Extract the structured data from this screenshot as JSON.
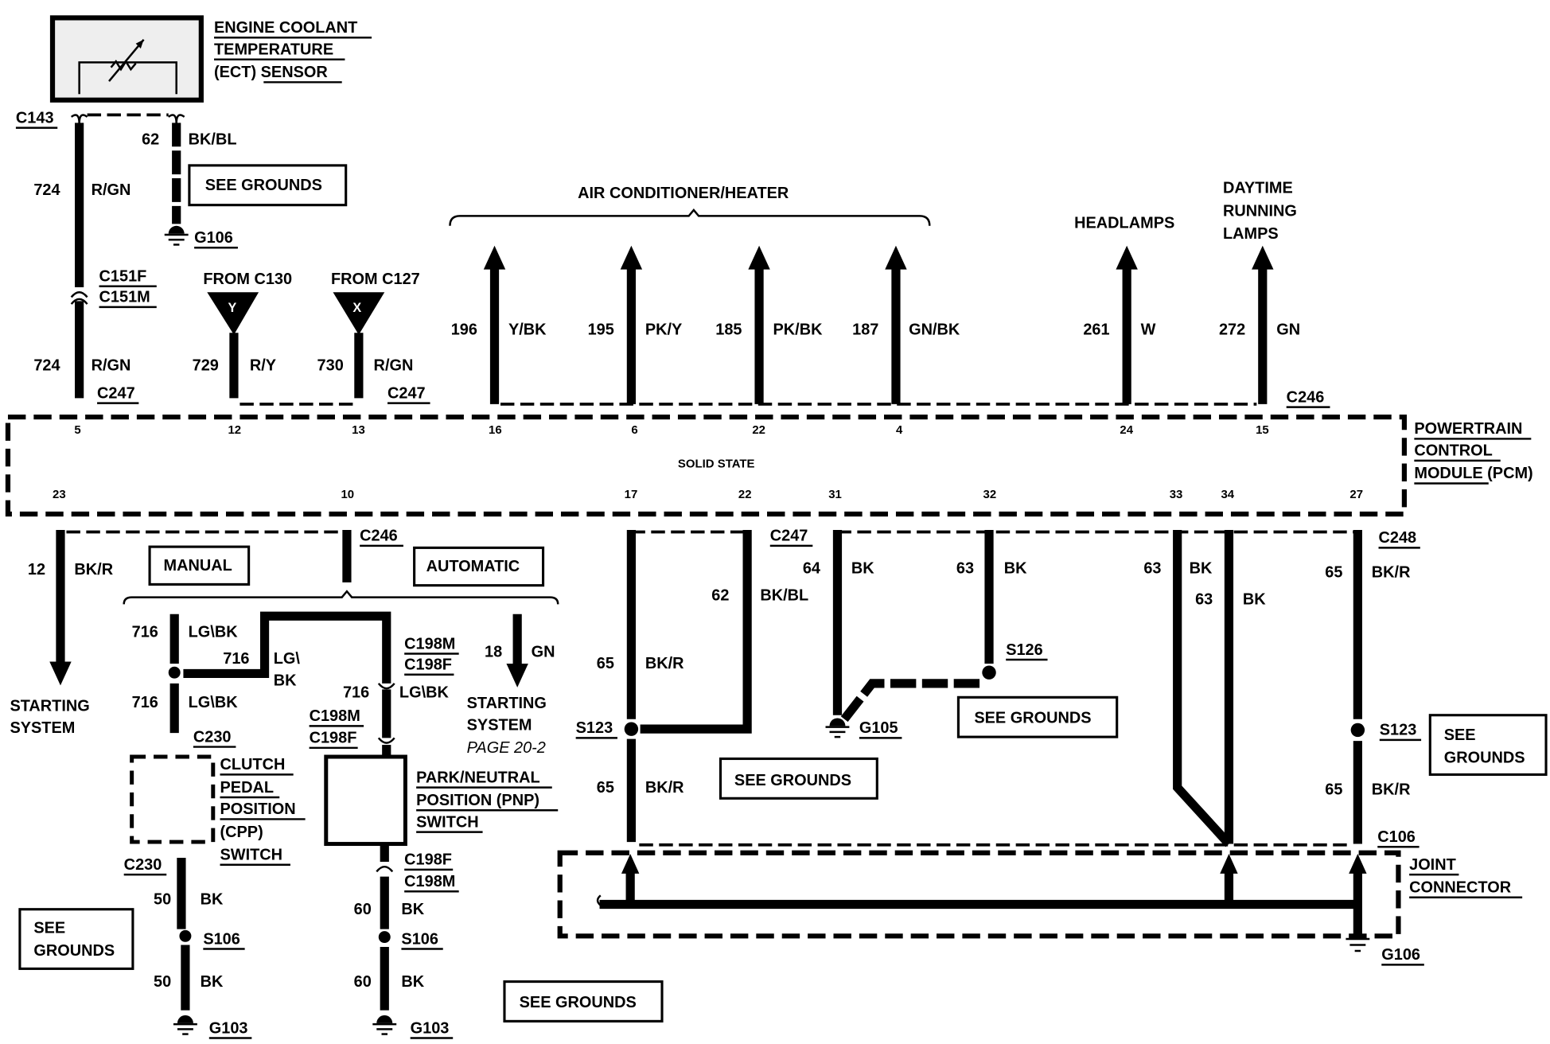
{
  "components": {
    "ect_sensor": [
      "ENGINE COOLANT",
      "TEMPERATURE",
      "(ECT) SENSOR"
    ],
    "pcm": [
      "POWERTRAIN",
      "CONTROL",
      "MODULE (PCM)"
    ],
    "pcm_center": "SOLID STATE",
    "cpp_switch": [
      "CLUTCH",
      "PEDAL",
      "POSITION",
      "(CPP)",
      "SWITCH"
    ],
    "pnp_switch": [
      "PARK/NEUTRAL",
      "POSITION (PNP)",
      "SWITCH"
    ],
    "joint_connector": [
      "JOINT",
      "CONNECTOR"
    ]
  },
  "destinations": {
    "ac_heater": "AIR CONDITIONER/HEATER",
    "headlamps": "HEADLAMPS",
    "drl": [
      "DAYTIME",
      "RUNNING",
      "LAMPS"
    ],
    "starting_left": [
      "STARTING",
      "SYSTEM"
    ],
    "starting_right": [
      "STARTING",
      "SYSTEM"
    ],
    "starting_page": "PAGE 20-2",
    "from_c130": "FROM C130",
    "from_c127": "FROM C127",
    "marker_y": "Y",
    "marker_x": "X"
  },
  "option_boxes": {
    "manual": "MANUAL",
    "automatic": "AUTOMATIC"
  },
  "see_grounds": "SEE GROUNDS",
  "see_grounds_split": [
    "SEE",
    "GROUNDS"
  ],
  "connectors": {
    "c143": "C143",
    "c151f": "C151F",
    "c151m": "C151M",
    "c247": "C247",
    "c246": "C246",
    "c248": "C248",
    "c230": "C230",
    "c198m": "C198M",
    "c198f": "C198F",
    "c106": "C106",
    "s106": "S106",
    "s123": "S123",
    "s126": "S126",
    "g103": "G103",
    "g105": "G105",
    "g106": "G106"
  },
  "pcm_pins_top": [
    "5",
    "12",
    "13",
    "16",
    "6",
    "22",
    "4",
    "24",
    "15"
  ],
  "pcm_pins_bottom": [
    "23",
    "10",
    "17",
    "22",
    "31",
    "32",
    "33",
    "34",
    "27"
  ],
  "wires": [
    {
      "circuit": "724",
      "color": "R/GN"
    },
    {
      "circuit": "62",
      "color": "BK/BL"
    },
    {
      "circuit": "724",
      "color": "R/GN"
    },
    {
      "circuit": "729",
      "color": "R/Y"
    },
    {
      "circuit": "730",
      "color": "R/GN"
    },
    {
      "circuit": "196",
      "color": "Y/BK"
    },
    {
      "circuit": "195",
      "color": "PK/Y"
    },
    {
      "circuit": "185",
      "color": "PK/BK"
    },
    {
      "circuit": "187",
      "color": "GN/BK"
    },
    {
      "circuit": "261",
      "color": "W"
    },
    {
      "circuit": "272",
      "color": "GN"
    },
    {
      "circuit": "12",
      "color": "BK/R"
    },
    {
      "circuit": "716",
      "color": "LG\\BK"
    },
    {
      "circuit": "716",
      "color": "LG\\"
    },
    {
      "circuit": "716",
      "color": "LG\\BK"
    },
    {
      "circuit": "716",
      "color": "LG\\BK"
    },
    {
      "circuit": "18",
      "color": "GN"
    },
    {
      "circuit": "50",
      "color": "BK"
    },
    {
      "circuit": "50",
      "color": "BK"
    },
    {
      "circuit": "60",
      "color": "BK"
    },
    {
      "circuit": "60",
      "color": "BK"
    },
    {
      "circuit": "65",
      "color": "BK/R"
    },
    {
      "circuit": "62",
      "color": "BK/BL"
    },
    {
      "circuit": "65",
      "color": "BK/R"
    },
    {
      "circuit": "64",
      "color": "BK"
    },
    {
      "circuit": "63",
      "color": "BK"
    },
    {
      "circuit": "63",
      "color": "BK"
    },
    {
      "circuit": "63",
      "color": "BK"
    },
    {
      "circuit": "65",
      "color": "BK/R"
    },
    {
      "circuit": "65",
      "color": "BK/R"
    }
  ],
  "wire_extra": {
    "lg_bk_second_line": "BK"
  }
}
